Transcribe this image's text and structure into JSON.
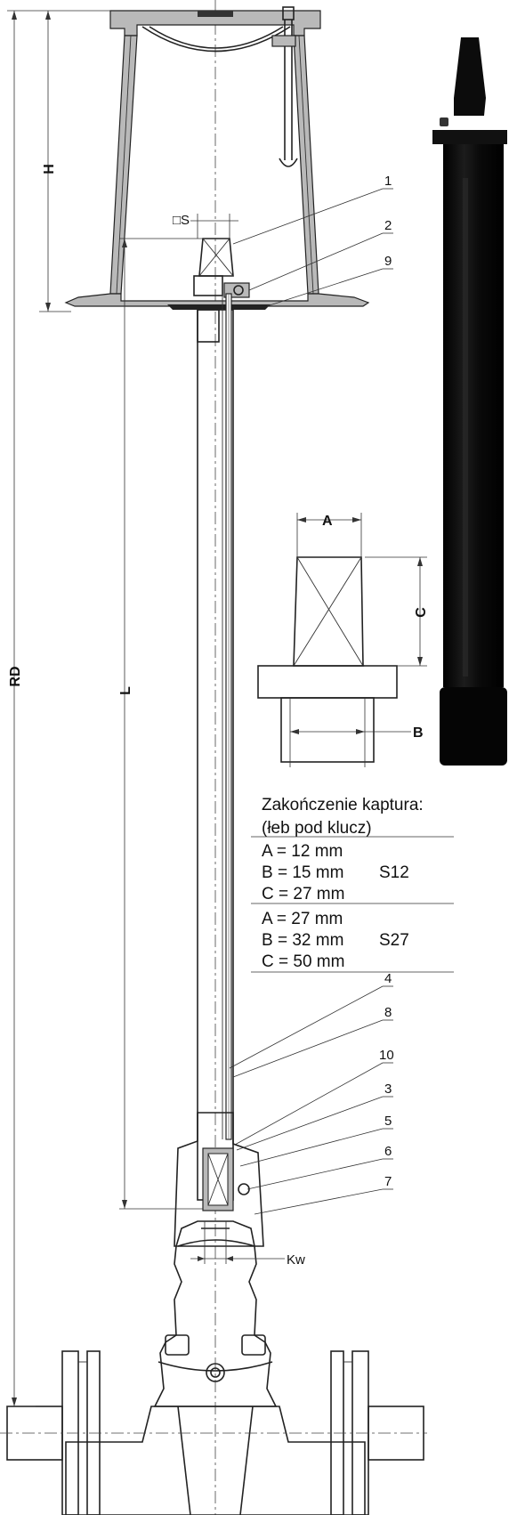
{
  "dimensions": {
    "h": "H",
    "s": "□S",
    "rd": "RD",
    "l": "L",
    "a": "A",
    "b": "B",
    "c": "C",
    "kw": "Kw"
  },
  "part_numbers": [
    "1",
    "2",
    "9",
    "4",
    "8",
    "10",
    "3",
    "5",
    "6",
    "7"
  ],
  "spec_table": {
    "title_line1": "Zakończenie kaptura:",
    "title_line2": "(łeb pod klucz)",
    "groups": [
      {
        "a": "A = 12 mm",
        "b": "B = 15 mm",
        "c": "C = 27 mm",
        "code": "S12"
      },
      {
        "a": "A = 27 mm",
        "b": "B = 32 mm",
        "c": "C = 50 mm",
        "code": "S27"
      }
    ]
  }
}
